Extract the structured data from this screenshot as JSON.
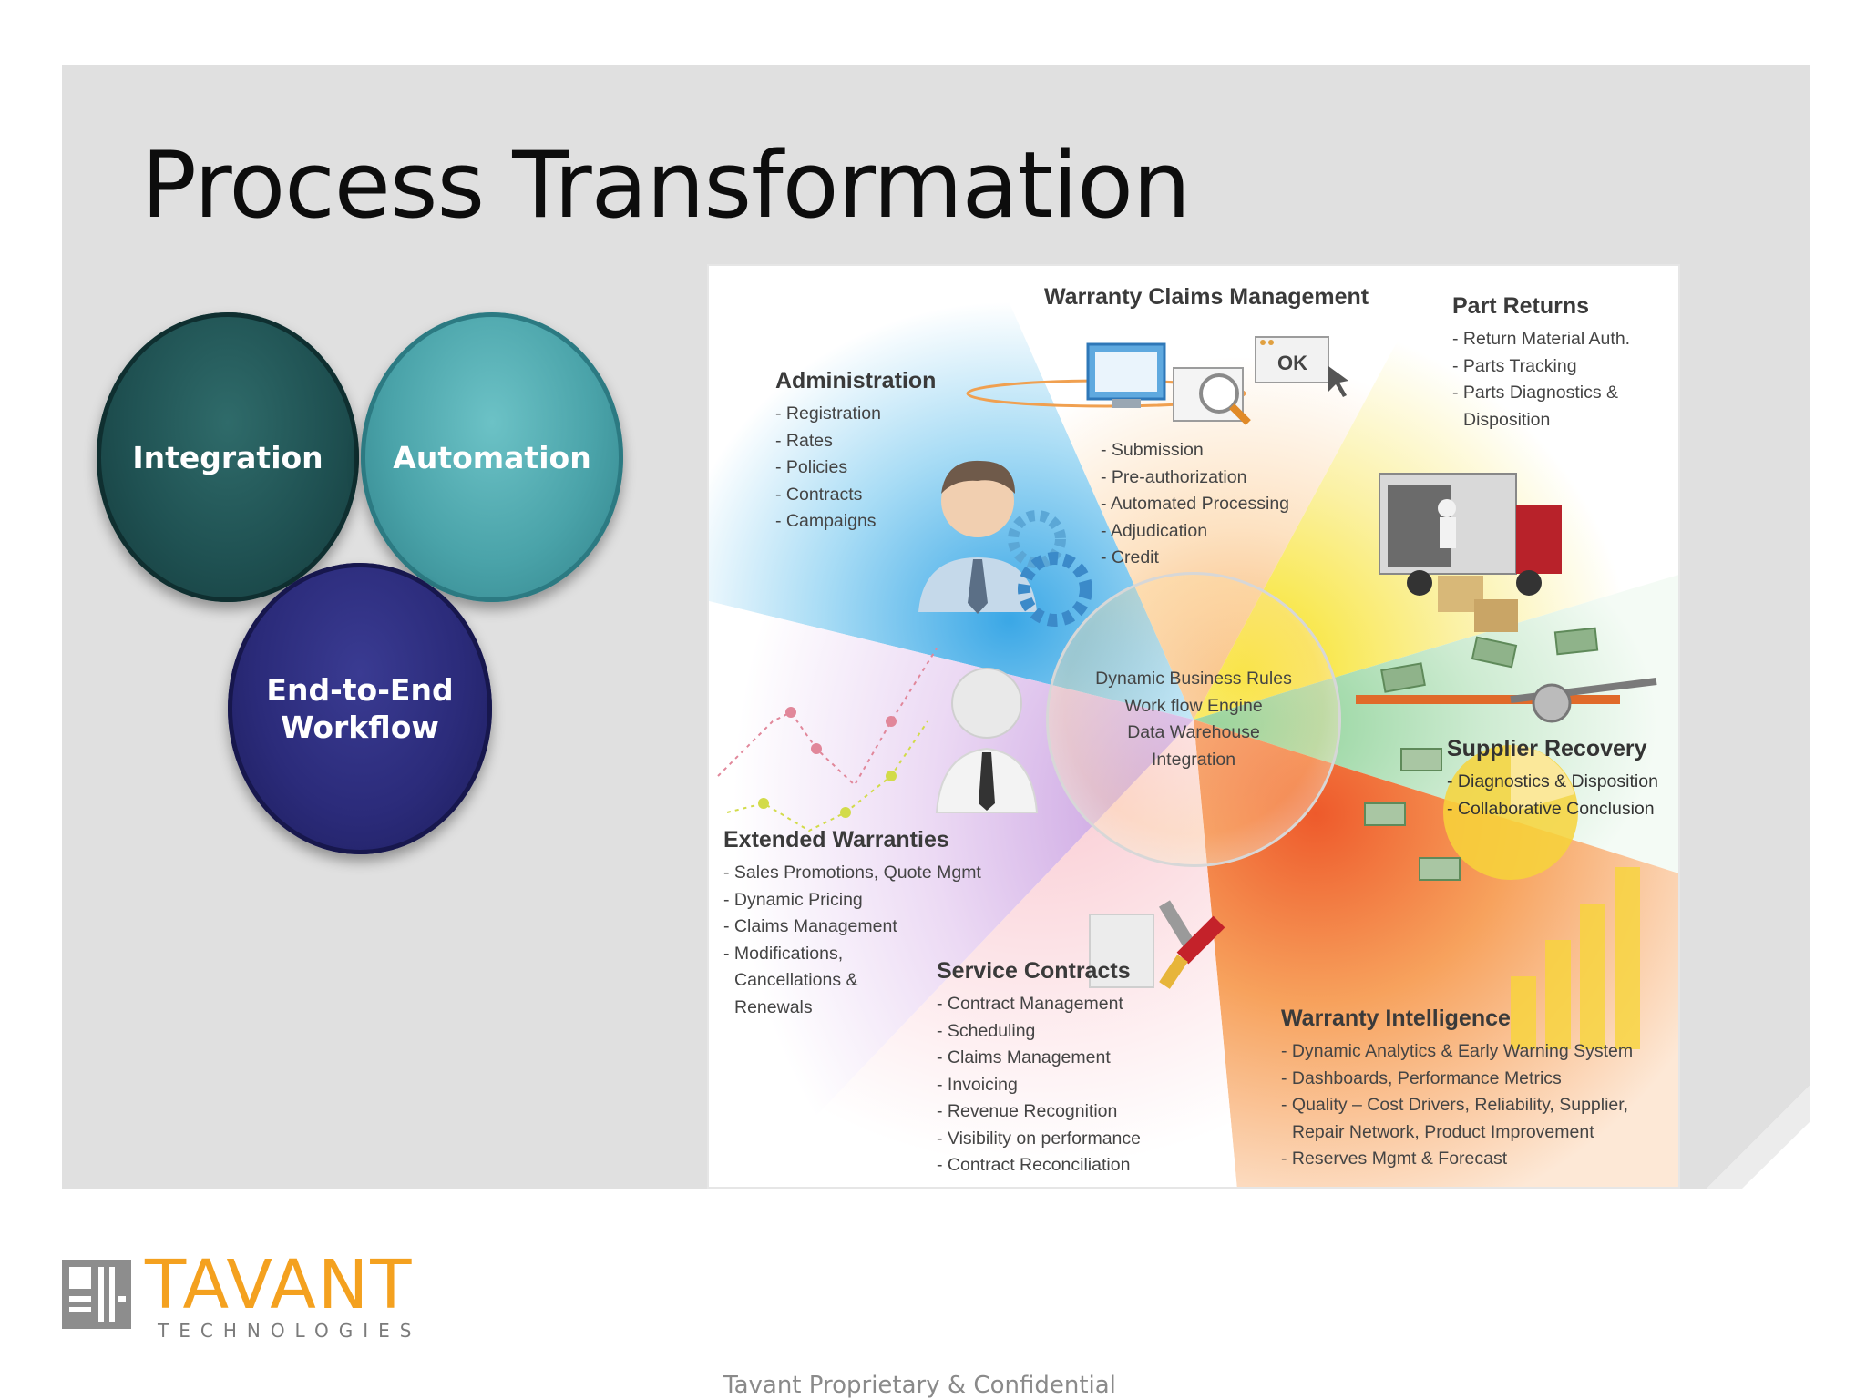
{
  "slide": {
    "title": "Process Transformation"
  },
  "circles": [
    {
      "label": "Integration"
    },
    {
      "label": "Automation"
    },
    {
      "label_line1": "End-to-End",
      "label_line2": "Workflow"
    }
  ],
  "wheel": {
    "center_lines": [
      "Dynamic Business Rules",
      "Work flow Engine",
      "Data Warehouse",
      "Integration"
    ],
    "claims": {
      "title": "Warranty Claims Management",
      "ok_label": "OK",
      "items": [
        "- Submission",
        "- Pre-authorization",
        "- Automated Processing",
        "- Adjudication",
        "- Credit"
      ]
    },
    "administration": {
      "title": "Administration",
      "items": [
        "- Registration",
        "- Rates",
        "- Policies",
        "- Contracts",
        "- Campaigns"
      ]
    },
    "part_returns": {
      "title": "Part Returns",
      "items": [
        "- Return Material Auth.",
        "- Parts Tracking",
        "- Parts Diagnostics &",
        "Disposition"
      ]
    },
    "supplier_recovery": {
      "title": "Supplier Recovery",
      "items": [
        "- Diagnostics & Disposition",
        "- Collaborative Conclusion"
      ]
    },
    "extended_warranties": {
      "title": "Extended Warranties",
      "items": [
        "- Sales Promotions, Quote Mgmt",
        "- Dynamic Pricing",
        "- Claims Management",
        "- Modifications,",
        "Cancellations &",
        "Renewals"
      ]
    },
    "service_contracts": {
      "title": "Service Contracts",
      "items": [
        "- Contract Management",
        "- Scheduling",
        "- Claims Management",
        "- Invoicing",
        "- Revenue Recognition",
        "- Visibility on performance",
        "- Contract Reconciliation"
      ]
    },
    "warranty_intelligence": {
      "title": "Warranty Intelligence",
      "items": [
        "- Dynamic Analytics & Early Warning System",
        "- Dashboards, Performance Metrics",
        "- Quality – Cost Drivers, Reliability, Supplier,",
        "Repair Network, Product Improvement",
        "- Reserves Mgmt & Forecast"
      ]
    }
  },
  "branding": {
    "logo_word": "TAVANT",
    "logo_sub": "TECHNOLOGIES",
    "footer": "Tavant Proprietary & Confidential",
    "accent_color": "#f4a11f"
  }
}
